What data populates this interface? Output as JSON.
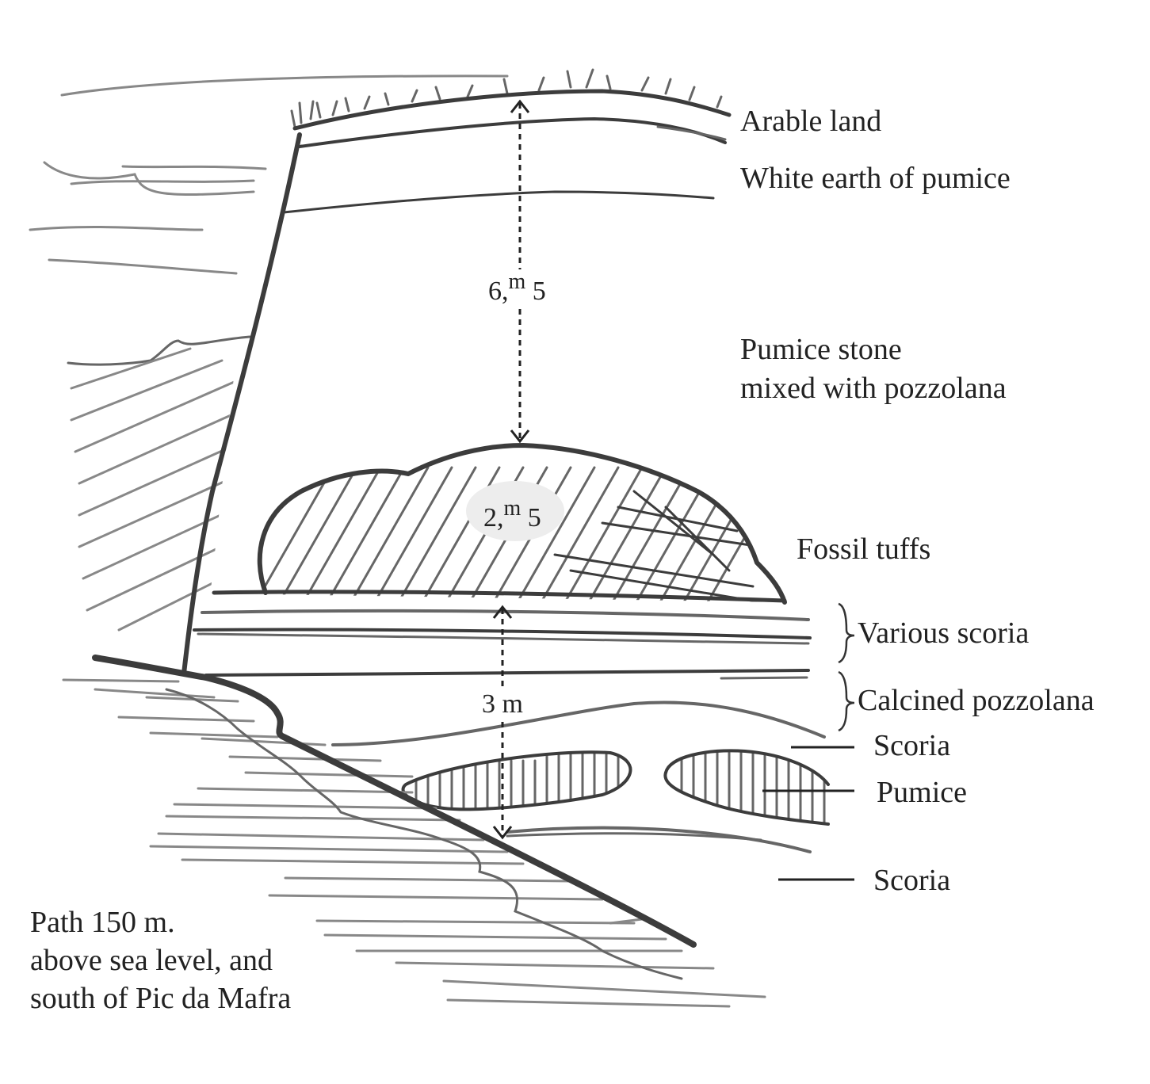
{
  "labels": {
    "arable_land": "Arable land",
    "white_earth": "White earth of pumice",
    "pumice_stone_line1": "Pumice stone",
    "pumice_stone_line2": "mixed with pozzolana",
    "fossil_tuffs": "Fossil tuffs",
    "various_scoria": "Various scoria",
    "calcined_pozzolana": "Calcined pozzolana",
    "scoria_upper": "Scoria",
    "pumice": "Pumice",
    "scoria_lower": "Scoria"
  },
  "measurements": {
    "top": {
      "whole": "6,",
      "unit": "m",
      "fraction": "5"
    },
    "tuff": {
      "whole": "2,",
      "unit": "m",
      "fraction": "5"
    },
    "lower": "3 m"
  },
  "caption": {
    "line1": "Path 150 m.",
    "line2": "above sea level, and",
    "line3": "south of Pic da Mafra"
  },
  "colors": {
    "ink": "#3c3c3c",
    "mid": "#666666",
    "light": "#888888",
    "background": "#ffffff"
  }
}
